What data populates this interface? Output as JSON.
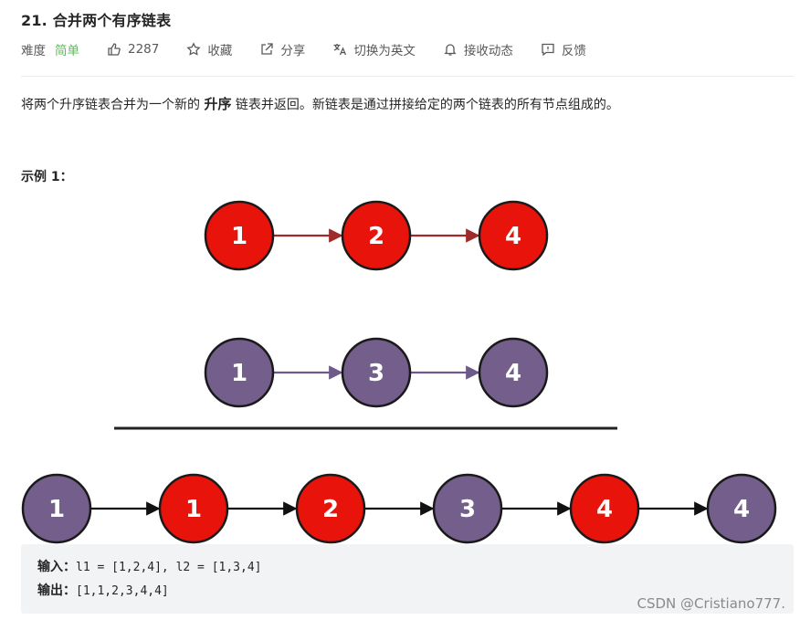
{
  "problem": {
    "title": "21. 合并两个有序链表",
    "difficulty_label": "难度",
    "difficulty_value": "简单",
    "likes": "2287",
    "actions": {
      "favorite": "收藏",
      "share": "分享",
      "translate": "切换为英文",
      "notify": "接收动态",
      "feedback": "反馈"
    },
    "description": {
      "before": "将两个升序链表合并为一个新的 ",
      "strong": "升序",
      "after": " 链表并返回。新链表是通过拼接给定的两个链表的所有节点组成的。"
    },
    "example_title": "示例 1：",
    "example": {
      "input_label": "输入：",
      "input_value": "l1 = [1,2,4], l2 = [1,3,4]",
      "output_label": "输出：",
      "output_value": "[1,1,2,3,4,4]"
    }
  },
  "diagram": {
    "list1": [
      "1",
      "2",
      "4"
    ],
    "list2": [
      "1",
      "3",
      "4"
    ],
    "merged": [
      {
        "label": "1",
        "source": "l2"
      },
      {
        "label": "1",
        "source": "l1"
      },
      {
        "label": "2",
        "source": "l1"
      },
      {
        "label": "3",
        "source": "l2"
      },
      {
        "label": "4",
        "source": "l1"
      },
      {
        "label": "4",
        "source": "l2"
      }
    ],
    "colors": {
      "l1": "#e8140c",
      "l2": "#735e8c",
      "l1_arrow": "#a02a2a",
      "l2_arrow": "#6e5a8a",
      "merged_arrow": "#111111"
    }
  },
  "watermark": "CSDN @Cristiano777."
}
